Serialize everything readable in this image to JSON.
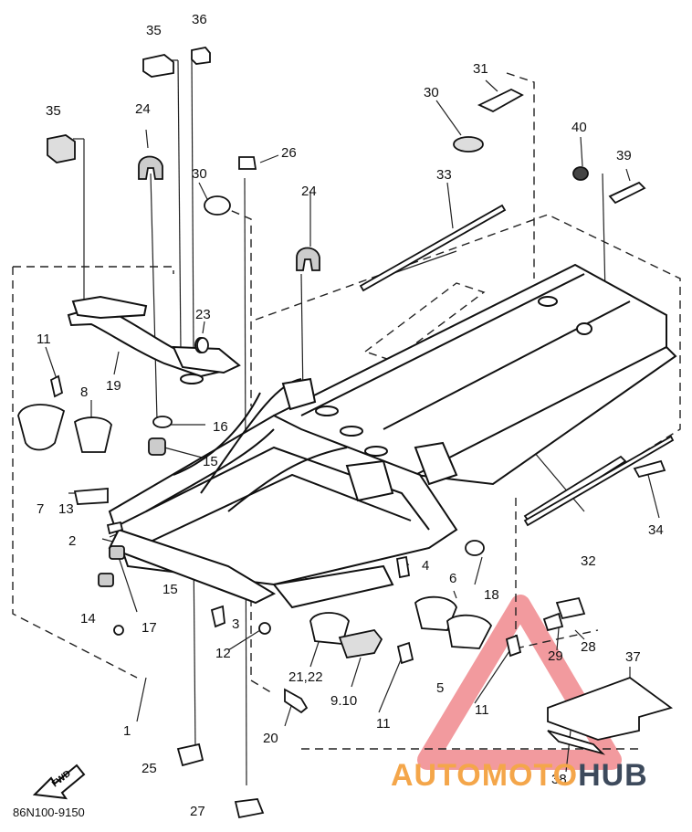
{
  "labels": [
    "1",
    "2",
    "3",
    "4",
    "5",
    "6",
    "7",
    "8",
    "9.10",
    "11",
    "11",
    "11",
    "12",
    "13",
    "14",
    "15",
    "15",
    "16",
    "17",
    "18",
    "19",
    "20",
    "21,22",
    "23",
    "24",
    "24",
    "25",
    "26",
    "27",
    "28",
    "29",
    "30",
    "30",
    "31",
    "32",
    "33",
    "34",
    "35",
    "35",
    "36",
    "37",
    "38",
    "39",
    "40"
  ],
  "drawing_code": "86N100-9150",
  "fwd_label": "FWD",
  "watermark": {
    "part1": "AUTOMOTO",
    "part2": "HUB",
    "color1": "#f4a64a",
    "color2": "#3d4a5c",
    "triangle_color": "#e8474f"
  }
}
